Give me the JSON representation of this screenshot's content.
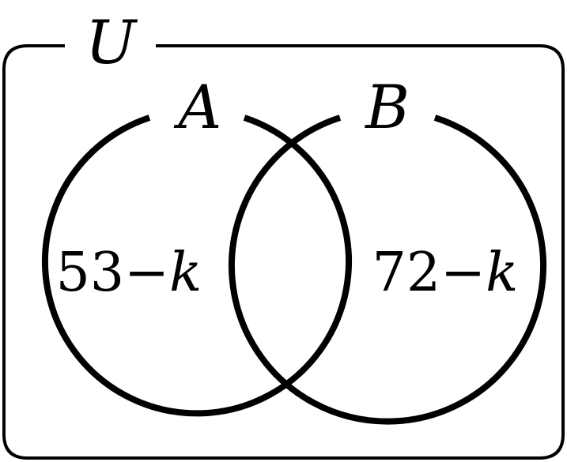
{
  "universe": {
    "label": "U"
  },
  "sets": [
    {
      "label": "A",
      "only_region": {
        "prefix": "53−",
        "variable": "k"
      }
    },
    {
      "label": "B",
      "only_region": {
        "prefix": "72−",
        "variable": "k"
      }
    }
  ],
  "colors": {
    "stroke": "#000000",
    "background": "#ffffff"
  }
}
